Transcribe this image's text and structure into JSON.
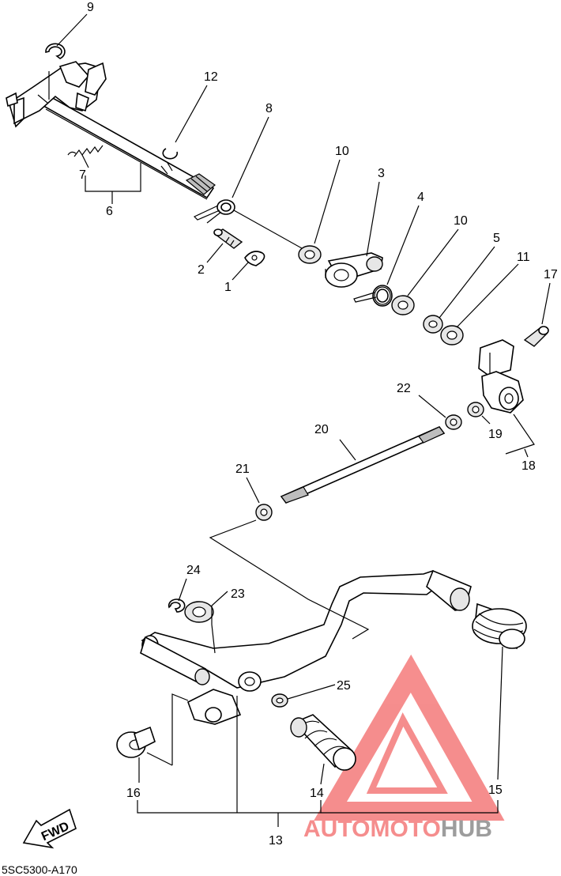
{
  "diagram_code": "5SC5300-A170",
  "fwd_label": "FWD",
  "watermark": {
    "part1": "AUTO",
    "part2": "MOTO",
    "part3": "HUB",
    "color_red": "#f47a7a",
    "color_gray": "#8c8c8c"
  },
  "callouts": [
    "9",
    "12",
    "8",
    "10",
    "3",
    "4",
    "10",
    "5",
    "11",
    "17",
    "7",
    "6",
    "2",
    "1",
    "22",
    "19",
    "18",
    "20",
    "21",
    "24",
    "23",
    "25",
    "16",
    "14",
    "15",
    "13"
  ]
}
